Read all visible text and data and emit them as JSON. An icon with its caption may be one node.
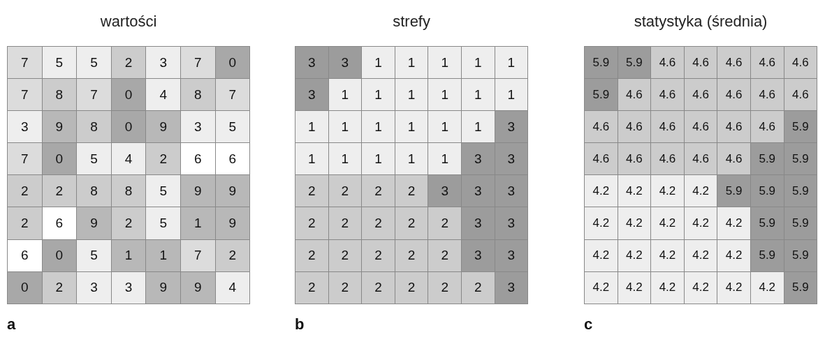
{
  "diagram": {
    "labels": [
      "wartości",
      "strefy",
      "statystyka (średnia)",
      "7",
      "5",
      "5",
      "2",
      "3",
      "7",
      "0",
      "7",
      "8",
      "7",
      "0",
      "4",
      "8",
      "7",
      "3",
      "9",
      "8",
      "0",
      "9",
      "3",
      "5",
      "7",
      "0",
      "5",
      "4",
      "2",
      "6",
      "6",
      "2",
      "2",
      "8",
      "8",
      "5",
      "9",
      "9",
      "2",
      "6",
      "9",
      "2",
      "5",
      "1",
      "9",
      "6",
      "0",
      "5",
      "1",
      "1",
      "7",
      "2",
      "0",
      "2",
      "3",
      "3",
      "9",
      "9",
      "4",
      "3",
      "3",
      "1",
      "1",
      "1",
      "1",
      "1",
      "3",
      "1",
      "1",
      "1",
      "1",
      "1",
      "1",
      "1",
      "1",
      "1",
      "1",
      "1",
      "1",
      "3",
      "1",
      "1",
      "1",
      "1",
      "1",
      "3",
      "3",
      "2",
      "2",
      "2",
      "2",
      "3",
      "3",
      "3",
      "2",
      "2",
      "2",
      "2",
      "2",
      "3",
      "3",
      "2",
      "2",
      "2",
      "2",
      "2",
      "3",
      "3",
      "2",
      "2",
      "2",
      "2",
      "2",
      "2",
      "3",
      "5.9",
      "5.9",
      "4.6",
      "4.6",
      "4.6",
      "4.6",
      "4.6",
      "5.9",
      "4.6",
      "4.6",
      "4.6",
      "4.6",
      "4.6",
      "4.6",
      "4.6",
      "4.6",
      "4.6",
      "4.6",
      "4.6",
      "4.6",
      "5.9",
      "4.6",
      "4.6",
      "4.6",
      "4.6",
      "4.6",
      "5.9",
      "5.9",
      "4.2",
      "4.2",
      "4.2",
      "4.2",
      "5.9",
      "5.9",
      "5.9",
      "4.2",
      "4.2",
      "4.2",
      "4.2",
      "4.2",
      "5.9",
      "5.9",
      "4.2",
      "4.2",
      "4.2",
      "4.2",
      "4.2",
      "5.9",
      "5.9",
      "4.2",
      "4.2",
      "4.2",
      "4.2",
      "4.2",
      "4.2",
      "5.9",
      "a",
      "b",
      "c"
    ]
  }
}
